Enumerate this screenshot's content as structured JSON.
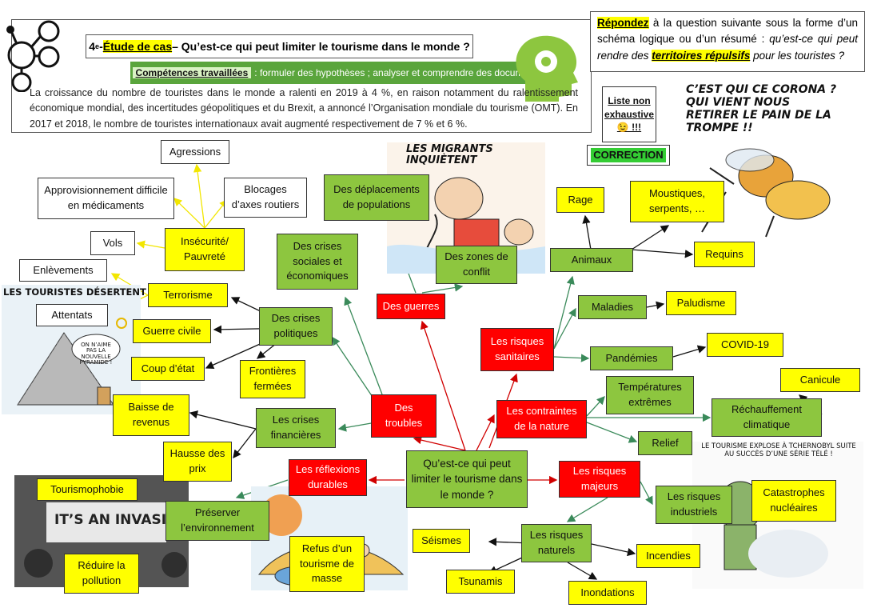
{
  "header": {
    "title_num": "4",
    "title_sup": "e",
    "title_sep": " -",
    "title_label": "Étude de cas",
    "title_text": " – Qu’est-ce qui peut limiter le tourisme dans le monde ?",
    "skills_label": "Compétences travaillées",
    "skills_text": " : formuler des hypothèses ; analyser et comprendre des documents.",
    "paragraph": "La croissance du nombre de touristes dans le monde a ralenti en 2019 à 4 %, en raison notamment du ralentissement économique mondial, des incertitudes géopolitiques et du Brexit, a annoncé l’Organisation mondiale du tourisme (OMT). En 2017 et 2018, le nombre de touristes internationaux avait augmenté respectivement de 7 % et 6 %."
  },
  "question": {
    "part1": "Répondez",
    "part2": " à la question suivante sous la forme d’un schéma logique ou d’un résumé : ",
    "part3": "qu’est-ce qui peut rendre des ",
    "part4": "territoires répulsifs",
    "part5": " pour les touristes ?"
  },
  "side": {
    "liste": "Liste non exhaustive 😉 !!!",
    "correction": "CORRECTION"
  },
  "cartoons": {
    "migrants": "LES MIGRANTS INQUIÈTENT",
    "egypte": "LES TOURISTES DÉSERTENT L’ÉGYPTE",
    "corona": "C’EST QUI CE CORONA ? QUI VIENT NOUS RETIRER LE PAIN DE LA TROMPE !!",
    "tchernobyl": "LE TOURISME EXPLOSE À TCHERNOBYL SUITE AU SUCCÈS D’UNE SÉRIE TÉLÉ !",
    "pyramid": "ON N’AIME PAS LA NOUVELLE PYRAMIDE !",
    "banner": "IT’S AN INVASION"
  },
  "nodes": {
    "center": "Qu’est-ce qui peut limiter le tourisme dans le monde ?",
    "guerres": "Des guerres",
    "troubles": "Des troubles",
    "risques_sanitaires": "Les risques sanitaires",
    "contraintes": "Les contraintes de la nature",
    "risques_majeurs": "Les risques majeurs",
    "reflexions": "Les réflexions durables",
    "deplacements": "Des déplacements de populations",
    "zones_conflit": "Des zones de conflit",
    "crises_sociales": "Des crises sociales et économiques",
    "crises_politiques": "Des crises politiques",
    "crises_financieres": "Les crises financières",
    "insecurite": "Insécurité/ Pauvreté",
    "terrorisme": "Terrorisme",
    "guerre_civile": "Guerre civile",
    "coup_etat": "Coup d’état",
    "frontieres": "Frontières fermées",
    "baisse_revenus": "Baisse de revenus",
    "hausse_prix": "Hausse des prix",
    "agressions": "Agressions",
    "approvisionnement": "Approvisionnement difficile en médicaments",
    "blocages": "Blocages d’axes routiers",
    "vols": "Vols",
    "enlevements": "Enlèvements",
    "attentats": "Attentats",
    "animaux": "Animaux",
    "rage": "Rage",
    "moustiques": "Moustiques, serpents, …",
    "requins": "Requins",
    "maladies": "Maladies",
    "paludisme": "Paludisme",
    "pandemies": "Pandémies",
    "covid": "COVID-19",
    "temperatures": "Températures extrêmes",
    "rechauffement": "Réchauffement climatique",
    "canicule": "Canicule",
    "relief": "Relief",
    "risques_industriels": "Les risques industriels",
    "catastrophes": "Catastrophes nucléaires",
    "risques_naturels": "Les risques naturels",
    "seismes": "Séismes",
    "tsunamis": "Tsunamis",
    "incendies": "Incendies",
    "inondations": "Inondations",
    "preserver": "Préserver l’environnement",
    "tourismophobie": "Tourismophobie",
    "reduire": "Réduire la pollution",
    "refus": "Refus d’un tourisme de masse"
  },
  "colors": {
    "green": "#8dc63f",
    "yellow": "#ffff00",
    "red": "#ff0000",
    "arrow_green": "#3a8a5a",
    "arrow_red": "#d00000",
    "arrow_yellow": "#f2e600",
    "arrow_black": "#111111"
  }
}
